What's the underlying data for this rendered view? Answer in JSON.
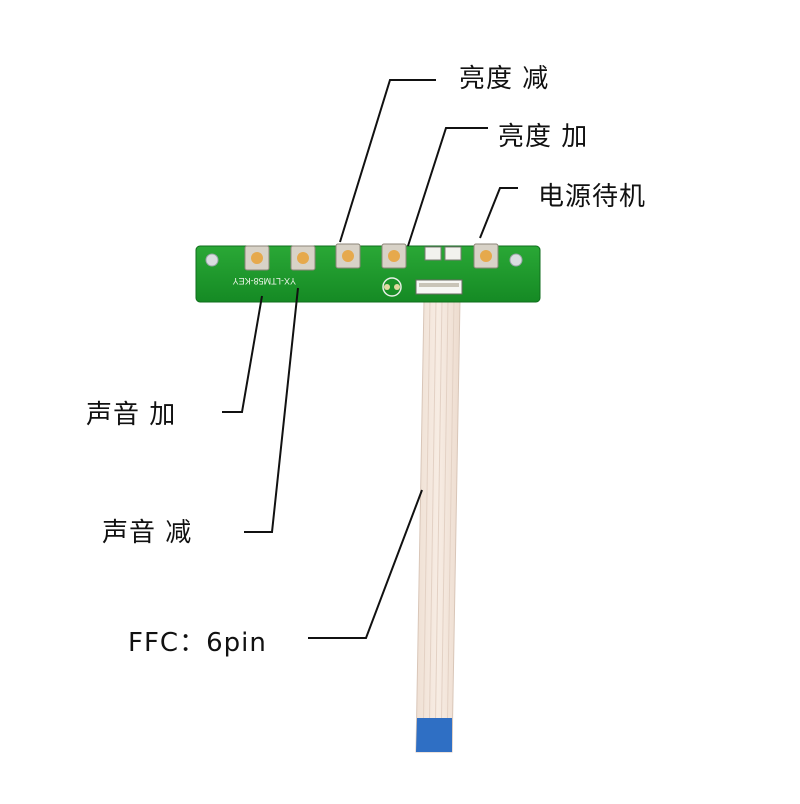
{
  "labels": {
    "brightness_down": "亮度 减",
    "brightness_up": "亮度 加",
    "power_standby": "电源待机",
    "volume_up": "声音 加",
    "volume_down": "声音 减",
    "ffc": "FFC：6pin"
  },
  "board": {
    "silkscreen": "YX-LTM58-KEY",
    "pcb_color": "#1f9a2c",
    "ribbon_color": "#f3e6dc",
    "stiffener_color": "#2f6fc4"
  }
}
